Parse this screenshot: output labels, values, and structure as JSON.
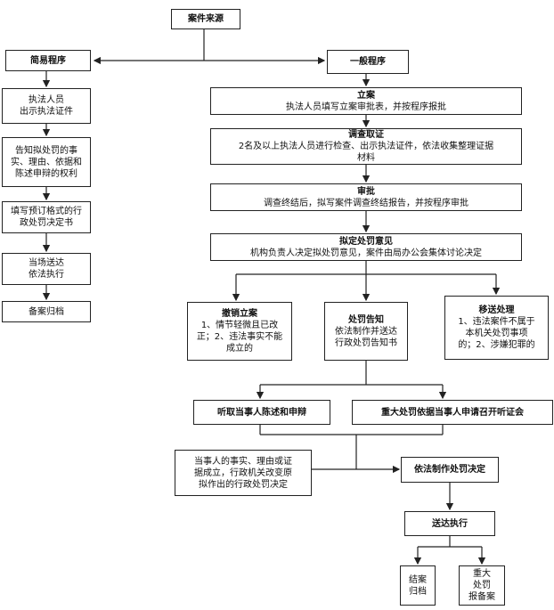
{
  "source": {
    "title": "案件来源"
  },
  "simple": {
    "title": "简易程序",
    "steps": [
      "执法人员\n出示执法证件",
      "告知拟处罚的事\n实、理由、依据和\n陈述申辩的权利",
      "填写预订格式的行\n政处罚决定书",
      "当场送达\n依法执行",
      "备案归档"
    ]
  },
  "general": {
    "title": "一般程序",
    "filing": {
      "title": "立案",
      "body": "执法人员填写立案审批表，并按程序报批"
    },
    "investigation": {
      "title": "调查取证",
      "body": "2名及以上执法人员进行检查、出示执法证件，依法收集整理证据\n材料"
    },
    "approval": {
      "title": "审批",
      "body": "调查终结后，拟写案件调查终结报告，并按程序审批"
    },
    "opinion": {
      "title": "拟定处罚意见",
      "body": "机构负责人决定拟处罚意见，案件由局办公会集体讨论决定"
    },
    "revoke": {
      "title": "撤销立案",
      "body": "1、情节轻微且已改\n正；2、违法事实不能\n成立的"
    },
    "notice": {
      "title": "处罚告知",
      "body": "依法制作并送达\n行政处罚告知书"
    },
    "transfer": {
      "title": "移送处理",
      "body": "1、违法案件不属于\n本机关处罚事项\n的；2、涉嫌犯罪的"
    },
    "hearing1": "听取当事人陈述和申辩",
    "hearing2": "重大处罚依据当事人申请召开听证会",
    "reconsider": "当事人的事实、理由或证\n据成立，行政机关改变原\n拟作出的行政处罚决定",
    "decision": "依法制作处罚决定",
    "deliver": "送达执行",
    "close": "结案\n归档",
    "major": "重大\n处罚\n报备案"
  }
}
